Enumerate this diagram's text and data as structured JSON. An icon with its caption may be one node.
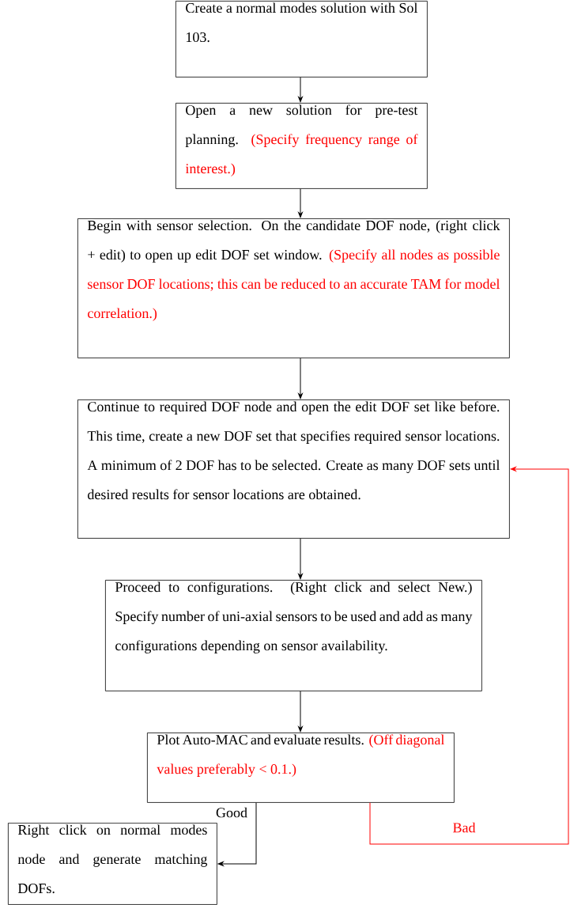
{
  "diagram": {
    "nodes": [
      {
        "text": [
          "Create a normal modes solution with Sol 103."
        ]
      },
      {
        "text": [
          "Open a new solution for pre-test planning.",
          "(Specify frequency range of interest.)"
        ]
      },
      {
        "text": [
          "Begin with sensor selection. On the candidate DOF node, (right click + edit) to open up edit DOF set window.",
          "(Specify all nodes as possible sensor DOF locations; this can be reduced to an accurate TAM for model correlation.)"
        ]
      },
      {
        "text": [
          "Continue to required DOF node and open the edit DOF set like before. This time, create a new DOF set that specifies required sensor locations. A minimum of 2 DOF has to be selected. Create as many DOF sets until desired results for sensor locations are obtained."
        ]
      },
      {
        "text": [
          "Proceed to configurations. (Right click and select New.) Specify number of uni-axial sensors to be used and add as many configurations depending on sensor availability."
        ]
      },
      {
        "text": [
          "Plot Auto-MAC and evaluate results.",
          "(Off diagonal values preferably < 0.1.)"
        ]
      },
      {
        "text": [
          "Right click on normal modes node and generate matching DOFs."
        ]
      }
    ],
    "edges": [
      {
        "from": 0,
        "to": 1,
        "arrow": "to"
      },
      {
        "from": 1,
        "to": 2,
        "arrow": "to"
      },
      {
        "from": 2,
        "to": 3,
        "arrow": "to"
      },
      {
        "from": 3,
        "to": 4,
        "arrow": "to"
      },
      {
        "from": 4,
        "to": 5,
        "arrow": "to"
      },
      {
        "from": 5,
        "to": 6,
        "arrow": "to",
        "label": "Good"
      },
      {
        "from": 5,
        "to": 3,
        "arrow": "to",
        "label": "Bad",
        "color": "#ff0000"
      }
    ]
  }
}
